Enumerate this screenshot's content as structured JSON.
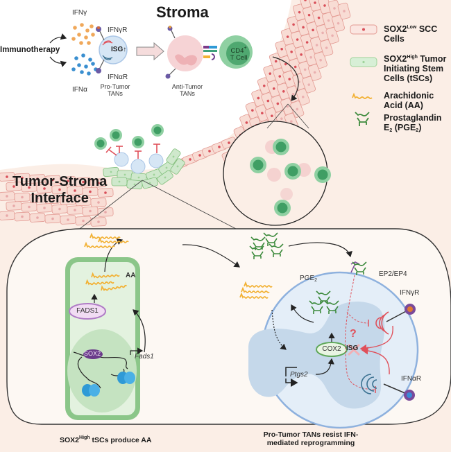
{
  "top": {
    "section_title": "Stroma",
    "immunotherapy_label": "Immunotherapy",
    "ifng_label": "IFNγ",
    "ifna_label": "IFNα",
    "ifngr_label": "IFNγR",
    "ifnar_label": "IFNαR",
    "isg_label": "ISG↑",
    "pro_tumor_tans_label": "Pro-Tumor TANs",
    "anti_tumor_tans_label": "Anti-Tumor TANs",
    "cd4_label_line1": "CD4",
    "cd4_sup": "+",
    "cd4_label_line2": "T Cell"
  },
  "interface": {
    "title_line1": "Tumor-Stroma",
    "title_line2": "Interface"
  },
  "legend": {
    "items": [
      {
        "icon": "sox2-low-cell-icon",
        "text_main": "SOX2",
        "text_sup": "Low",
        "text_rest": " SCC Cells"
      },
      {
        "icon": "sox2-high-cell-icon",
        "text_main": "SOX2",
        "text_sup": "High",
        "text_rest": " Tumor Initiating Stem Cells (tSCs)"
      },
      {
        "icon": "arachidonic-acid-icon",
        "text_main": "Arachidonic Acid (AA)",
        "text_sup": "",
        "text_rest": ""
      },
      {
        "icon": "prostaglandin-icon",
        "text_main": "Prostaglandin E",
        "text_sub": "2",
        "text_rest": " (PGE",
        "text_sub2": "2",
        "text_end": ")"
      }
    ]
  },
  "left_panel": {
    "aa_label": "AA",
    "fads1_protein_label": "FADS1",
    "sox2_label": "SOX2",
    "fads1_gene_label": "Fads1",
    "caption_main": "SOX2",
    "caption_sup": "High",
    "caption_rest": " tSCs produce AA"
  },
  "right_panel": {
    "pge2_label": "PGE",
    "pge2_sub": "2",
    "ep_label": "EP2/EP4",
    "ifngr_label": "IFNγR",
    "ifnar_label": "IFNαR",
    "cox2_label": "COX2",
    "ptgs2_label": "Ptgs2",
    "isg_label": "ISG",
    "question_mark": "?",
    "caption_line1": "Pro-Tumor TANs resist IFN-",
    "caption_line2": "mediated reprogramming"
  },
  "colors": {
    "tissue_bg": "#fbeee6",
    "scc_cell_fill": "#f8dcd4",
    "scc_cell_stroke": "#e39a93",
    "scc_nucleus": "#d9505a",
    "tsc_fill": "#cfe8cc",
    "tsc_stroke": "#7fbf7a",
    "tcell_outer": "#8fd0a2",
    "tcell_inner": "#3f9e64",
    "aa_yellow": "#f2b134",
    "pge2_green": "#3c8a3c",
    "inhibit_red": "#e0505a",
    "tan_blue": "#c9dcef",
    "tan_stroke": "#8eb1de",
    "fads1_purple": "#b07cc6",
    "sox2_purple": "#6a3a8a",
    "nucleosome_blue": "#2f9ad6"
  }
}
